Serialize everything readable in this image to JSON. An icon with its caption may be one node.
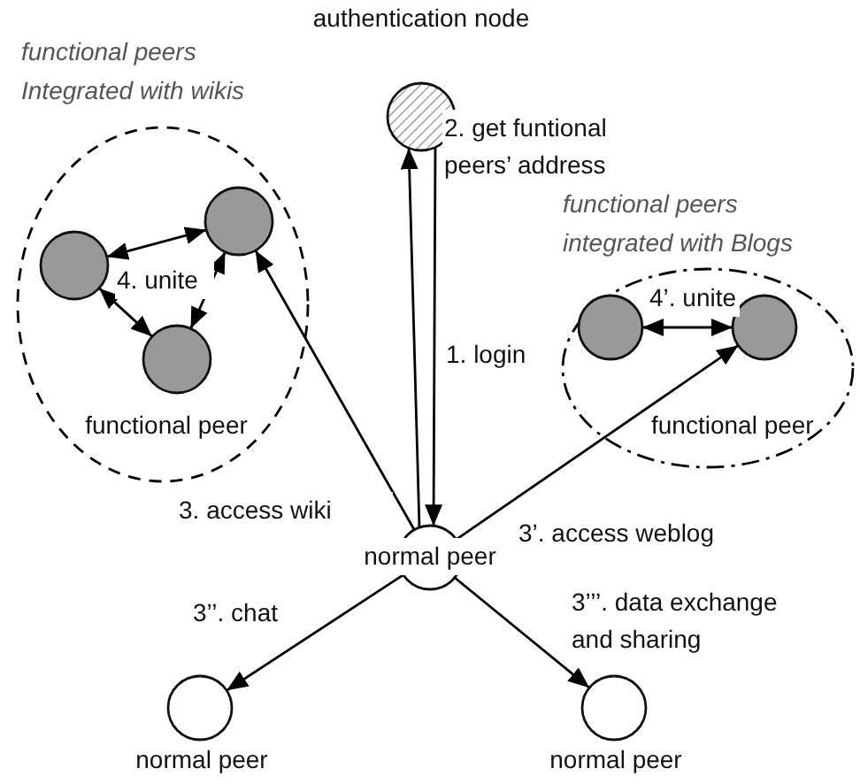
{
  "diagram": {
    "nodes": [
      {
        "text": [
          "functional peers Integrated with wikis",
          "functional peer"
        ]
      },
      {
        "text": [],
        "shape": "circle",
        "in": 0
      },
      {
        "text": [],
        "shape": "circle",
        "in": 0
      },
      {
        "text": [],
        "shape": "circle",
        "in": 0
      },
      {
        "text": [
          "functional peers integrated with Blogs",
          "functional peer"
        ]
      },
      {
        "text": [],
        "shape": "circle",
        "in": 4
      },
      {
        "text": [],
        "shape": "circle",
        "in": 4
      },
      {
        "text": [
          "authentication node"
        ]
      },
      {
        "text": [
          "normal peer"
        ]
      },
      {
        "text": [
          "normal peer"
        ]
      },
      {
        "text": [
          "normal peer"
        ]
      }
    ],
    "edges": [
      {
        "from": 1,
        "to": 2,
        "arrow": "both"
      },
      {
        "from": 1,
        "to": 3,
        "arrow": "both"
      },
      {
        "from": 2,
        "to": 3,
        "arrow": "both"
      },
      {
        "from": 5,
        "to": 6,
        "arrow": "both"
      },
      {
        "from": 8,
        "to": 7,
        "arrow": "to",
        "label": "1. login"
      },
      {
        "from": 7,
        "to": 8,
        "arrow": "to",
        "label": "2. get funtional peers’ address"
      },
      {
        "from": 8,
        "to": 2,
        "arrow": "to",
        "label": "3. access wiki"
      },
      {
        "from": 8,
        "to": 6,
        "arrow": "to",
        "label": "3’. access weblog"
      },
      {
        "from": 8,
        "to": 9,
        "arrow": "to",
        "label": "3’’. chat"
      },
      {
        "from": 8,
        "to": 10,
        "arrow": "to",
        "label": "3’’’. data exchange and sharing"
      }
    ],
    "labels": [
      "4. unite",
      "4’. unite"
    ]
  }
}
